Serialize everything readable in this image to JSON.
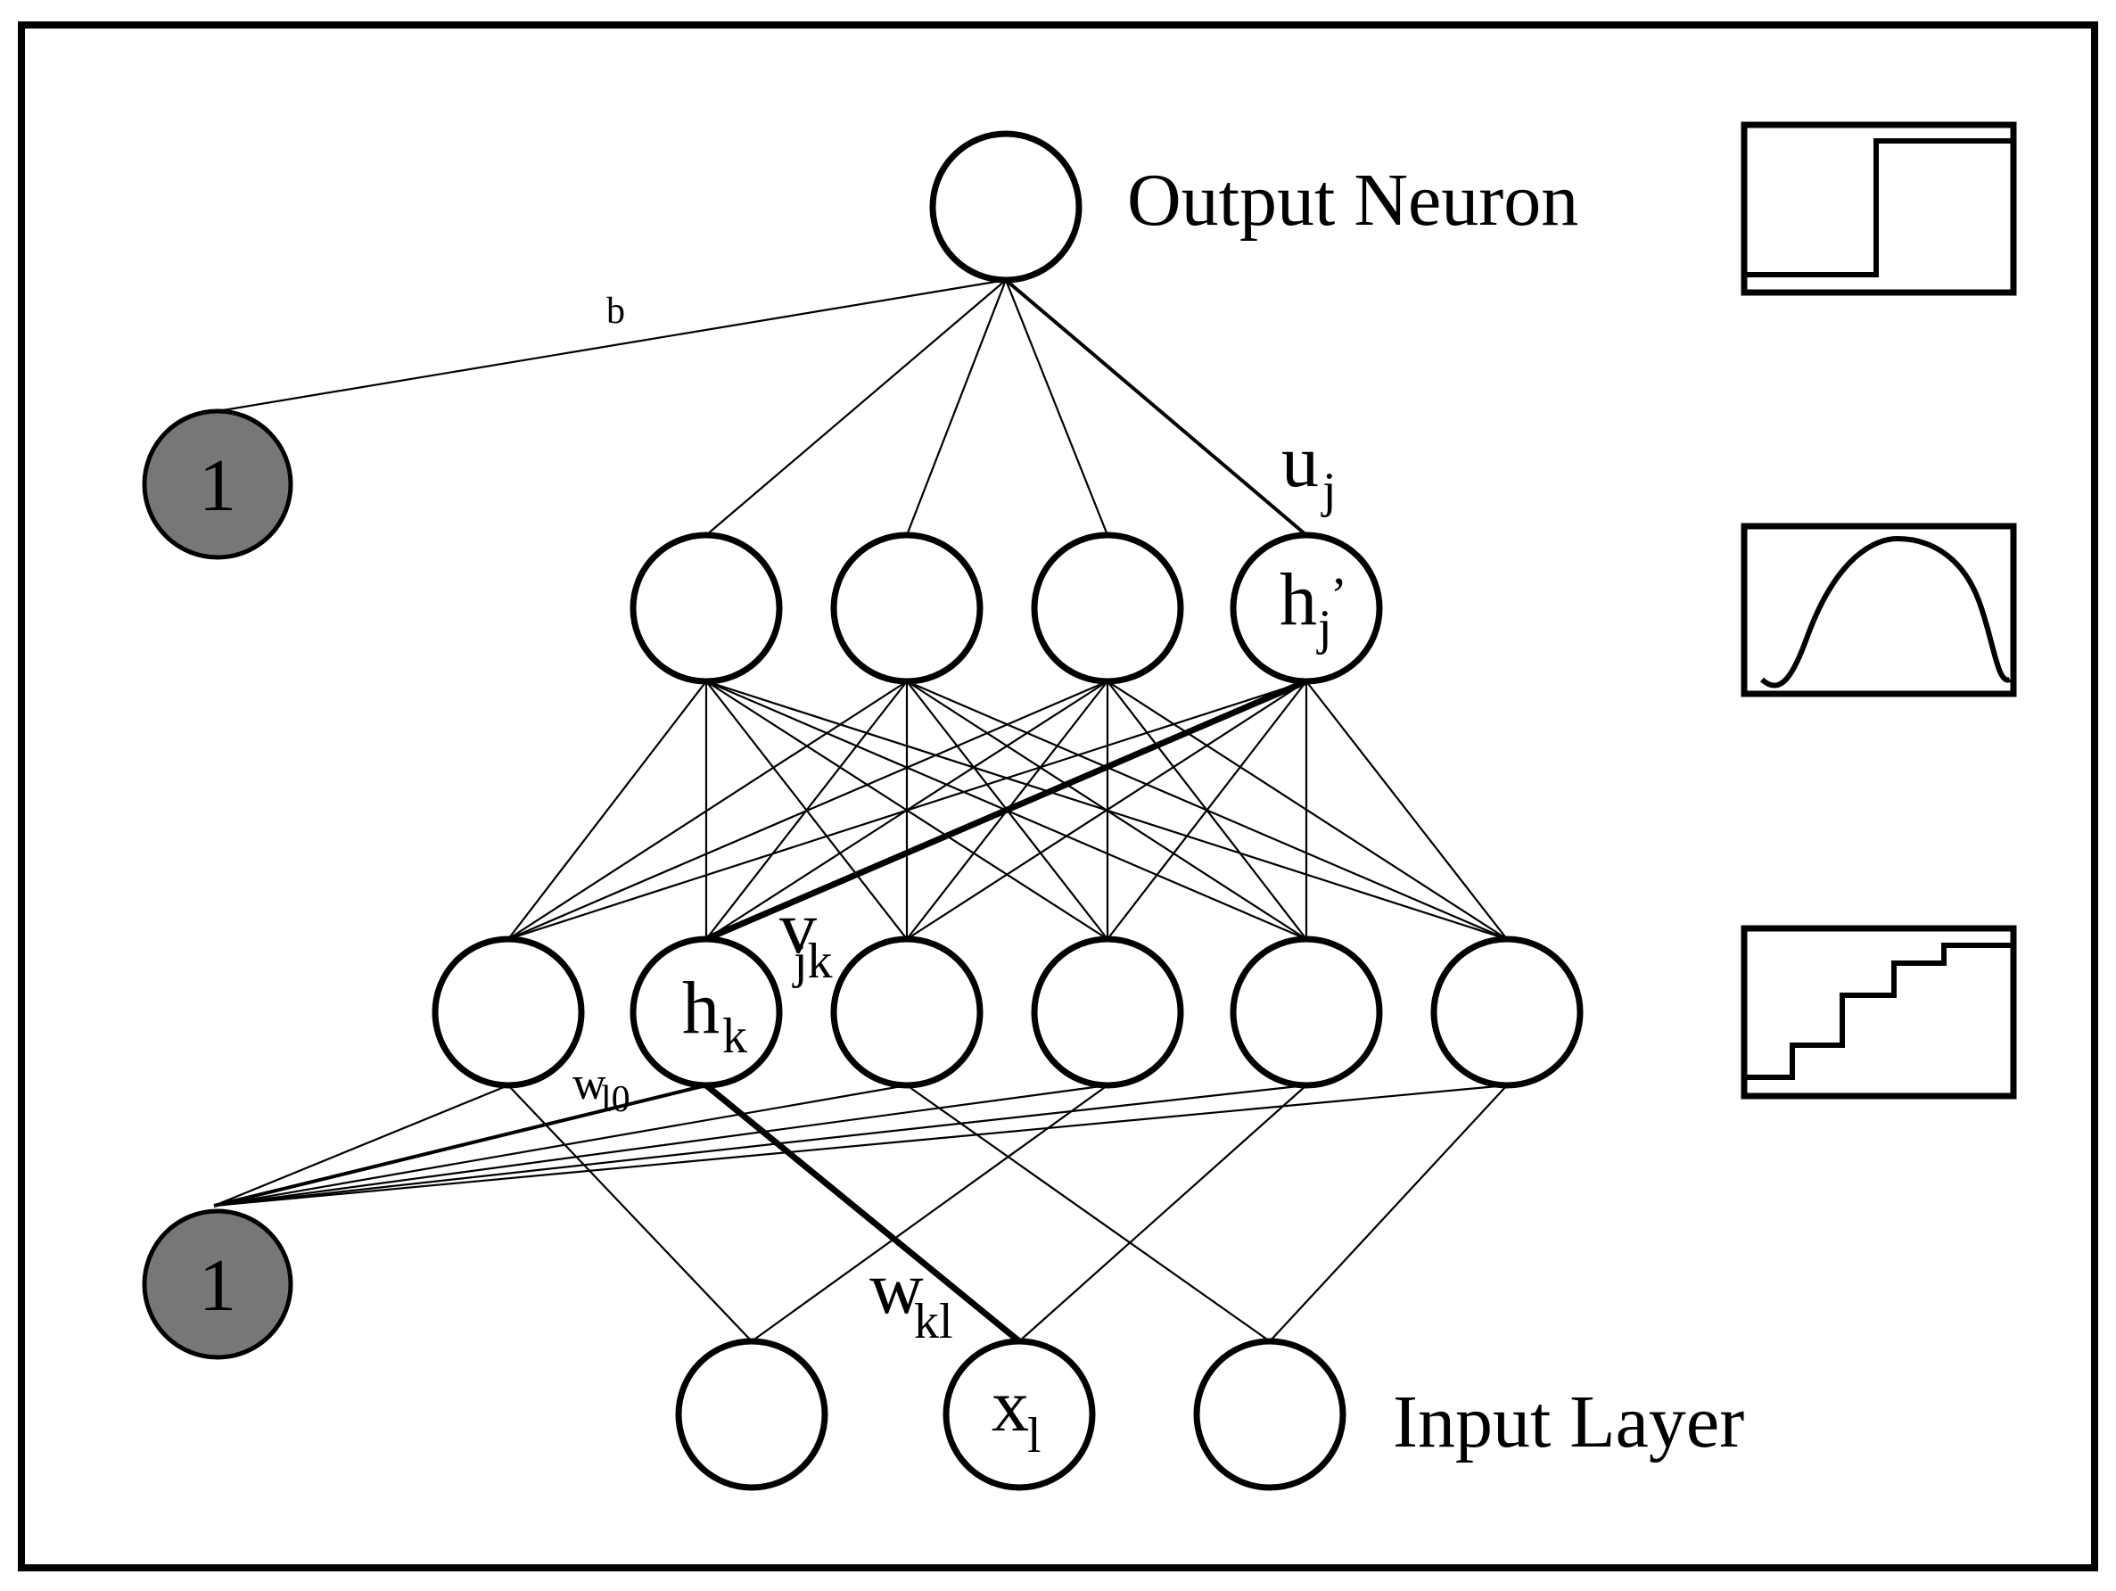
{
  "labels": {
    "output_neuron": "Output Neuron",
    "input_layer": "Input Layer",
    "bias_top_value": "1",
    "bias_bottom_value": "1",
    "edge_b": "b",
    "u_main": "u",
    "u_sub": "j",
    "hj_main": "h",
    "hj_sub": "j",
    "hj_prime": "’",
    "v_main": "v",
    "v_sub": "jk",
    "hk_main": "h",
    "hk_sub": "k",
    "w0_main": "w",
    "w0_sub": "l0",
    "wkl_main": "w",
    "wkl_sub": "kl",
    "xl_main": "x",
    "xl_sub": "l"
  },
  "activation_plots": [
    "step-function-icon",
    "bell-curve-icon",
    "staircase-function-icon"
  ],
  "colors": {
    "bias_fill": "#777777",
    "line": "#000000",
    "background": "#ffffff"
  }
}
